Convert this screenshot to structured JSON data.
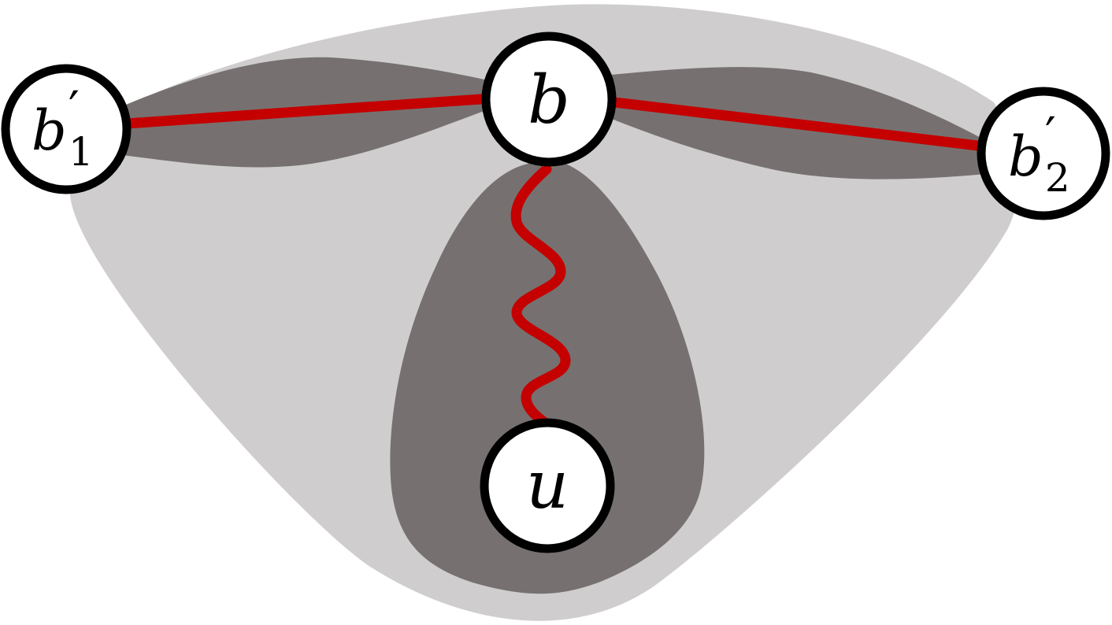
{
  "colors": {
    "outer_region": "#cfcdce",
    "inner_region": "#767170",
    "edge": "#c40000",
    "node_fill": "#ffffff",
    "node_stroke": "#000000"
  },
  "nodes": {
    "b1": {
      "base": "b",
      "prime": "′",
      "sub": "1"
    },
    "b": {
      "base": "b"
    },
    "b2": {
      "base": "b",
      "prime": "′",
      "sub": "2"
    },
    "u": {
      "base": "u"
    }
  }
}
